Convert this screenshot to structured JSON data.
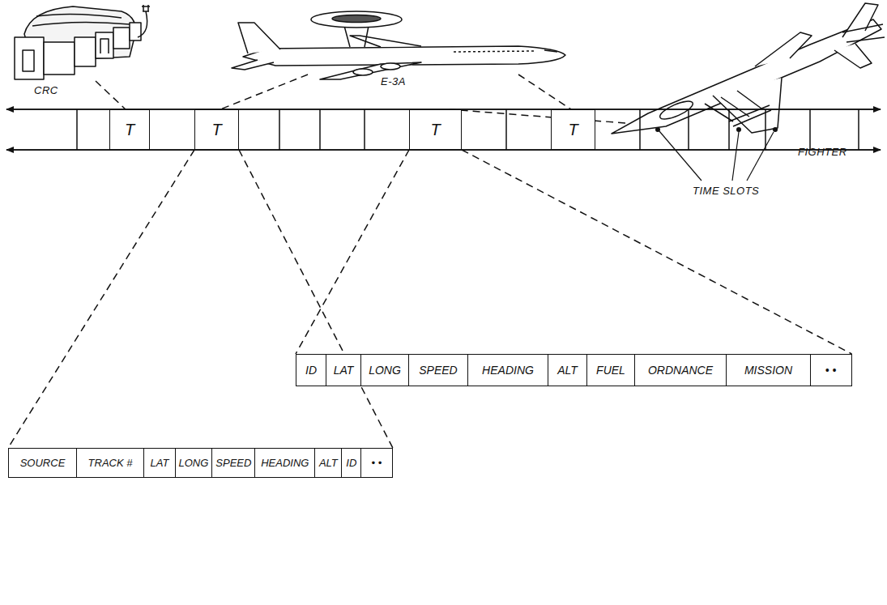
{
  "diagram": {
    "nodes": [
      {
        "text": [
          "T"
        ]
      },
      {
        "text": [
          "T"
        ]
      },
      {
        "text": [
          "T"
        ]
      },
      {
        "text": [
          "T"
        ]
      },
      {
        "text": [
          "ID"
        ]
      },
      {
        "text": [
          "LAT"
        ]
      },
      {
        "text": [
          "LONG"
        ]
      },
      {
        "text": [
          "SPEED"
        ]
      },
      {
        "text": [
          "HEADING"
        ]
      },
      {
        "text": [
          "ALT"
        ]
      },
      {
        "text": [
          "FUEL"
        ]
      },
      {
        "text": [
          "ORDNANCE"
        ]
      },
      {
        "text": [
          "MISSION"
        ]
      },
      {
        "text": [
          "• •"
        ]
      },
      {
        "text": [
          "SOURCE"
        ]
      },
      {
        "text": [
          "TRACK #"
        ]
      },
      {
        "text": [
          "LAT"
        ]
      },
      {
        "text": [
          "LONG"
        ]
      },
      {
        "text": [
          "SPEED"
        ]
      },
      {
        "text": [
          "HEADING"
        ]
      },
      {
        "text": [
          "ALT"
        ]
      },
      {
        "text": [
          "ID"
        ]
      },
      {
        "text": [
          "• •"
        ]
      }
    ],
    "labels": [
      "CRC",
      "E-3A",
      "FIGHTER",
      "TIME SLOTS"
    ]
  }
}
